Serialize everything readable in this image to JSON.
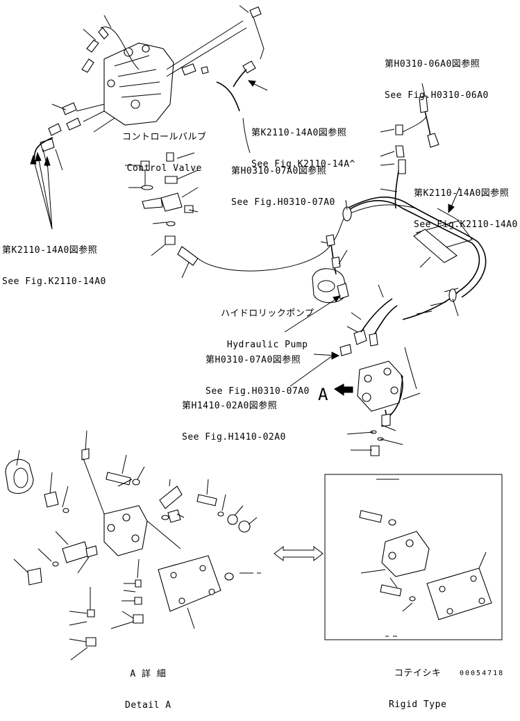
{
  "callouts": {
    "fig_h0310_06a0": {
      "jp": "第H0310-06A0図参照",
      "en": "See Fig.H0310-06A0"
    },
    "control_valve": {
      "jp": "コントロールバルブ",
      "en": "Control Valve"
    },
    "fig_k2110_14a0_caret": {
      "jp": "第K2110-14A0図参照",
      "en": "See Fig.K2110-14A^"
    },
    "fig_h0310_07a0_top": {
      "jp": "第H0310-07A0図参照",
      "en": "See Fig.H0310-07A0"
    },
    "fig_k2110_14a0_right": {
      "jp": "第K2110-14A0図参照",
      "en": "See Fig.K2110-14A0"
    },
    "fig_k2110_14a0_left": {
      "jp": "第K2110-14A0図参照",
      "en": "See Fig.K2110-14A0"
    },
    "hydraulic_pump": {
      "jp": "ハイドロリックポンプ",
      "en": "Hydraulic Pump"
    },
    "fig_h0310_07a0_mid": {
      "jp": "第H0310-07A0図参照",
      "en": "See Fig.H0310-07A0"
    },
    "fig_h1410_02a0": {
      "jp": "第H1410-02A0図参照",
      "en": "See Fig.H1410-02A0"
    },
    "detail_a": {
      "jp": "A 詳 細",
      "en": "Detail A"
    },
    "rigid_type": {
      "jp": "コテイシキ",
      "en": "Rigid Type"
    }
  },
  "view_marker": "A",
  "drawing_number": "00054718"
}
